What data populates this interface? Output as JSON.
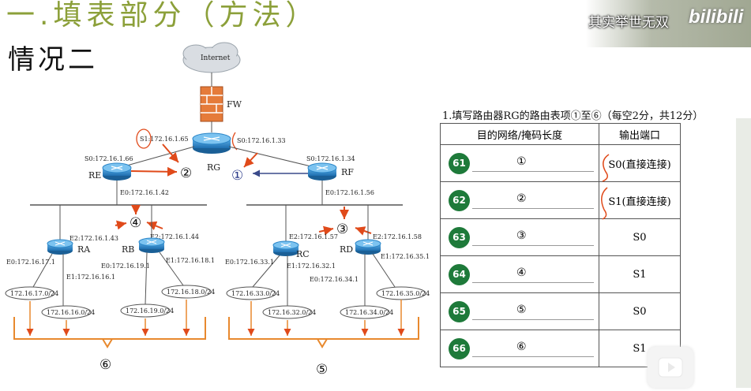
{
  "slide": {
    "title": "一.填表部分（方法）",
    "subtitle": "情况二"
  },
  "overlay": {
    "caption": "其实举世无双",
    "logo": "bilibili"
  },
  "diagram": {
    "internet": "Internet",
    "firewall": "FW",
    "routers": {
      "rg": "RG",
      "re": "RE",
      "rf": "RF",
      "ra": "RA",
      "rb": "RB",
      "rc": "RC",
      "rd": "RD"
    },
    "ifaces": {
      "rg_s1": "S1:172.16.1.65",
      "rg_s0": "S0:172.16.1.33",
      "re_s0": "S0:172.16.1.66",
      "rf_s0": "S0:172.16.1.34",
      "re_e0": "E0:172.16.1.42",
      "rf_e0": "E0:172.16.1.56",
      "ra_e2": "E2:172.16.1.43",
      "rb_e2": "E2:172.16.1.44",
      "rc_e2": "E2:172.16.1.57",
      "rd_e2": "E2:172.16.1.58",
      "ra_e0": "E0:172.16.17.1",
      "ra_e1": "E1:172.16.16.1",
      "rb_e0": "E0:172.16.19.1",
      "rb_e1": "E1:172.16.18.1",
      "rc_e0": "E0:172.16.33.1",
      "rc_e1": "E1:172.16.32.1",
      "rd_e0": "E0:172.16.34.1",
      "rd_e1": "E1:172.16.35.1"
    },
    "networks": {
      "n17": "172.16.17.0/24",
      "n16": "172.16.16.0/24",
      "n19": "172.16.19.0/24",
      "n18": "172.16.18.0/24",
      "n33": "172.16.33.0/24",
      "n32": "172.16.32.0/24",
      "n34": "172.16.34.0/24",
      "n35": "172.16.35.0/24"
    },
    "markers": {
      "m1": "①",
      "m2": "②",
      "m3": "③",
      "m4": "④",
      "m5": "⑤",
      "m6": "⑥"
    }
  },
  "question": "1.填写路由器RG的路由表项①至⑥（每空2分，共12分）",
  "table": {
    "headers": [
      "目的网络/掩码长度",
      "输出端口"
    ],
    "rows": [
      {
        "num": "61",
        "item": "①",
        "port": "S0(直接连接)"
      },
      {
        "num": "62",
        "item": "②",
        "port": "S1(直接连接)"
      },
      {
        "num": "63",
        "item": "③",
        "port": "S0"
      },
      {
        "num": "64",
        "item": "④",
        "port": "S1"
      },
      {
        "num": "65",
        "item": "⑤",
        "port": "S0"
      },
      {
        "num": "66",
        "item": "⑥",
        "port": "S1"
      }
    ]
  },
  "colors": {
    "title": "#8ca03a",
    "annotation": "#e04a1a",
    "badge": "#1e7a3a",
    "router": "#2b86c8"
  }
}
